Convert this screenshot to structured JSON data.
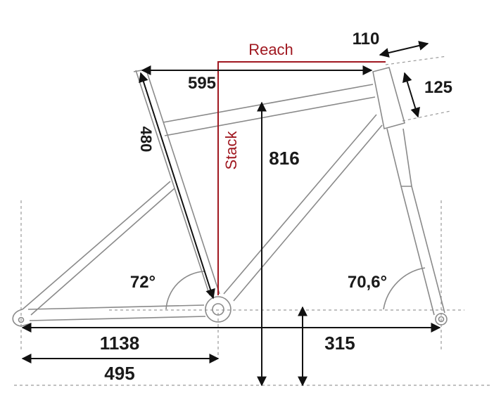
{
  "dimensions": {
    "reach_label": "Reach",
    "stack_label": "Stack",
    "head_tube_width": "110",
    "head_tube_length": "125",
    "top_tube": "595",
    "seat_tube": "480",
    "stack": "816",
    "seat_angle": "72°",
    "head_angle": "70,6°",
    "wheelbase": "1138",
    "chainstay": "495",
    "bb_drop": "315"
  },
  "colors": {
    "frame": "#8a8a8a",
    "dimension": "#111111",
    "accent": "#a01820"
  }
}
